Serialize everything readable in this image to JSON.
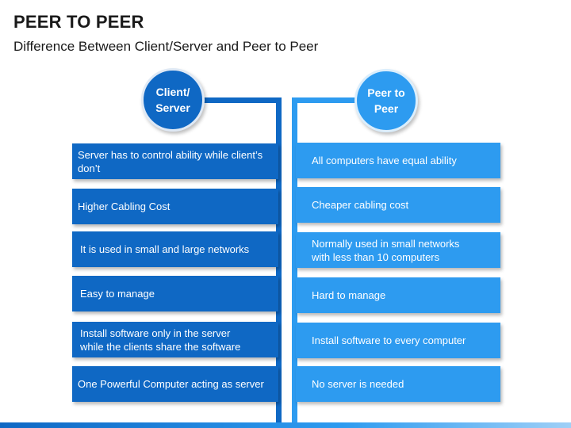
{
  "header": {
    "title": "PEER TO PEER",
    "subtitle": "Difference Between Client/Server and Peer to Peer"
  },
  "columns": {
    "left": {
      "heading_line1": "Client/",
      "heading_line2": "Server",
      "items": [
        "Server has to control ability while client’s don’t",
        "Higher Cabling Cost",
        "It is used in small and large networks",
        "Easy to manage",
        "Install software only in the server while the clients share the software",
        "One Powerful Computer acting as server"
      ]
    },
    "right": {
      "heading_line1": "Peer to",
      "heading_line2": "Peer",
      "items": [
        "All computers have equal ability",
        "Cheaper cabling cost",
        "Normally used in small networks with less than 10 computers",
        "Hard to manage",
        "Install software to every computer",
        "No server is needed"
      ]
    }
  },
  "colors": {
    "left_accent": "#0f68c4",
    "right_accent": "#2d9bf0"
  }
}
